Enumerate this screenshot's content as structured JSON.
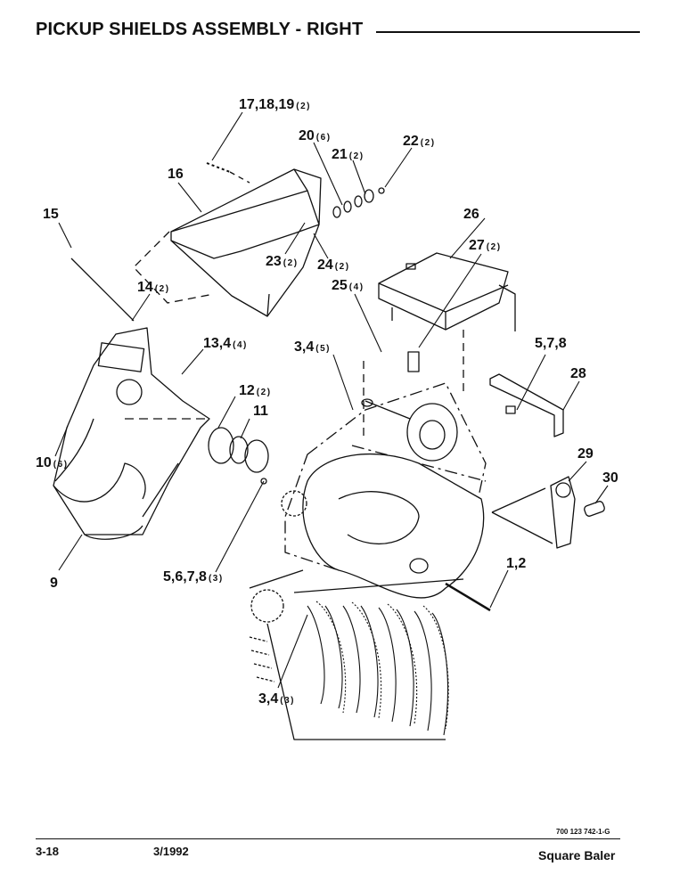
{
  "header": {
    "title": "PICKUP SHIELDS ASSEMBLY - RIGHT"
  },
  "callouts": [
    {
      "id": "c17",
      "num": "17,18,19",
      "qty": "(2)"
    },
    {
      "id": "c20",
      "num": "20",
      "qty": "(6)"
    },
    {
      "id": "c21",
      "num": "21",
      "qty": "(2)"
    },
    {
      "id": "c22",
      "num": "22",
      "qty": "(2)"
    },
    {
      "id": "c16",
      "num": "16",
      "qty": ""
    },
    {
      "id": "c15",
      "num": "15",
      "qty": ""
    },
    {
      "id": "c26",
      "num": "26",
      "qty": ""
    },
    {
      "id": "c27",
      "num": "27",
      "qty": "(2)"
    },
    {
      "id": "c23",
      "num": "23",
      "qty": "(2)"
    },
    {
      "id": "c24",
      "num": "24",
      "qty": "(2)"
    },
    {
      "id": "c25",
      "num": "25",
      "qty": "(4)"
    },
    {
      "id": "c14",
      "num": "14",
      "qty": "(2)"
    },
    {
      "id": "c13",
      "num": "13,4",
      "qty": "(4)"
    },
    {
      "id": "c34a",
      "num": "3,4",
      "qty": "(5)"
    },
    {
      "id": "c578",
      "num": "5,7,8",
      "qty": ""
    },
    {
      "id": "c28",
      "num": "28",
      "qty": ""
    },
    {
      "id": "c12",
      "num": "12",
      "qty": "(2)"
    },
    {
      "id": "c11",
      "num": "11",
      "qty": ""
    },
    {
      "id": "c10",
      "num": "10",
      "qty": "(6)"
    },
    {
      "id": "c29",
      "num": "29",
      "qty": ""
    },
    {
      "id": "c30",
      "num": "30",
      "qty": ""
    },
    {
      "id": "c12b",
      "num": "1,2",
      "qty": ""
    },
    {
      "id": "c9",
      "num": "9",
      "qty": ""
    },
    {
      "id": "c5678",
      "num": "5,6,7,8",
      "qty": "(3)"
    },
    {
      "id": "c34b",
      "num": "3,4",
      "qty": "(3)"
    }
  ],
  "footer": {
    "page_number": "3-18",
    "date": "3/1992",
    "doc_number": "700 123 742-1-G",
    "product": "Square Baler"
  },
  "colors": {
    "ink": "#111111",
    "paper": "#ffffff"
  }
}
